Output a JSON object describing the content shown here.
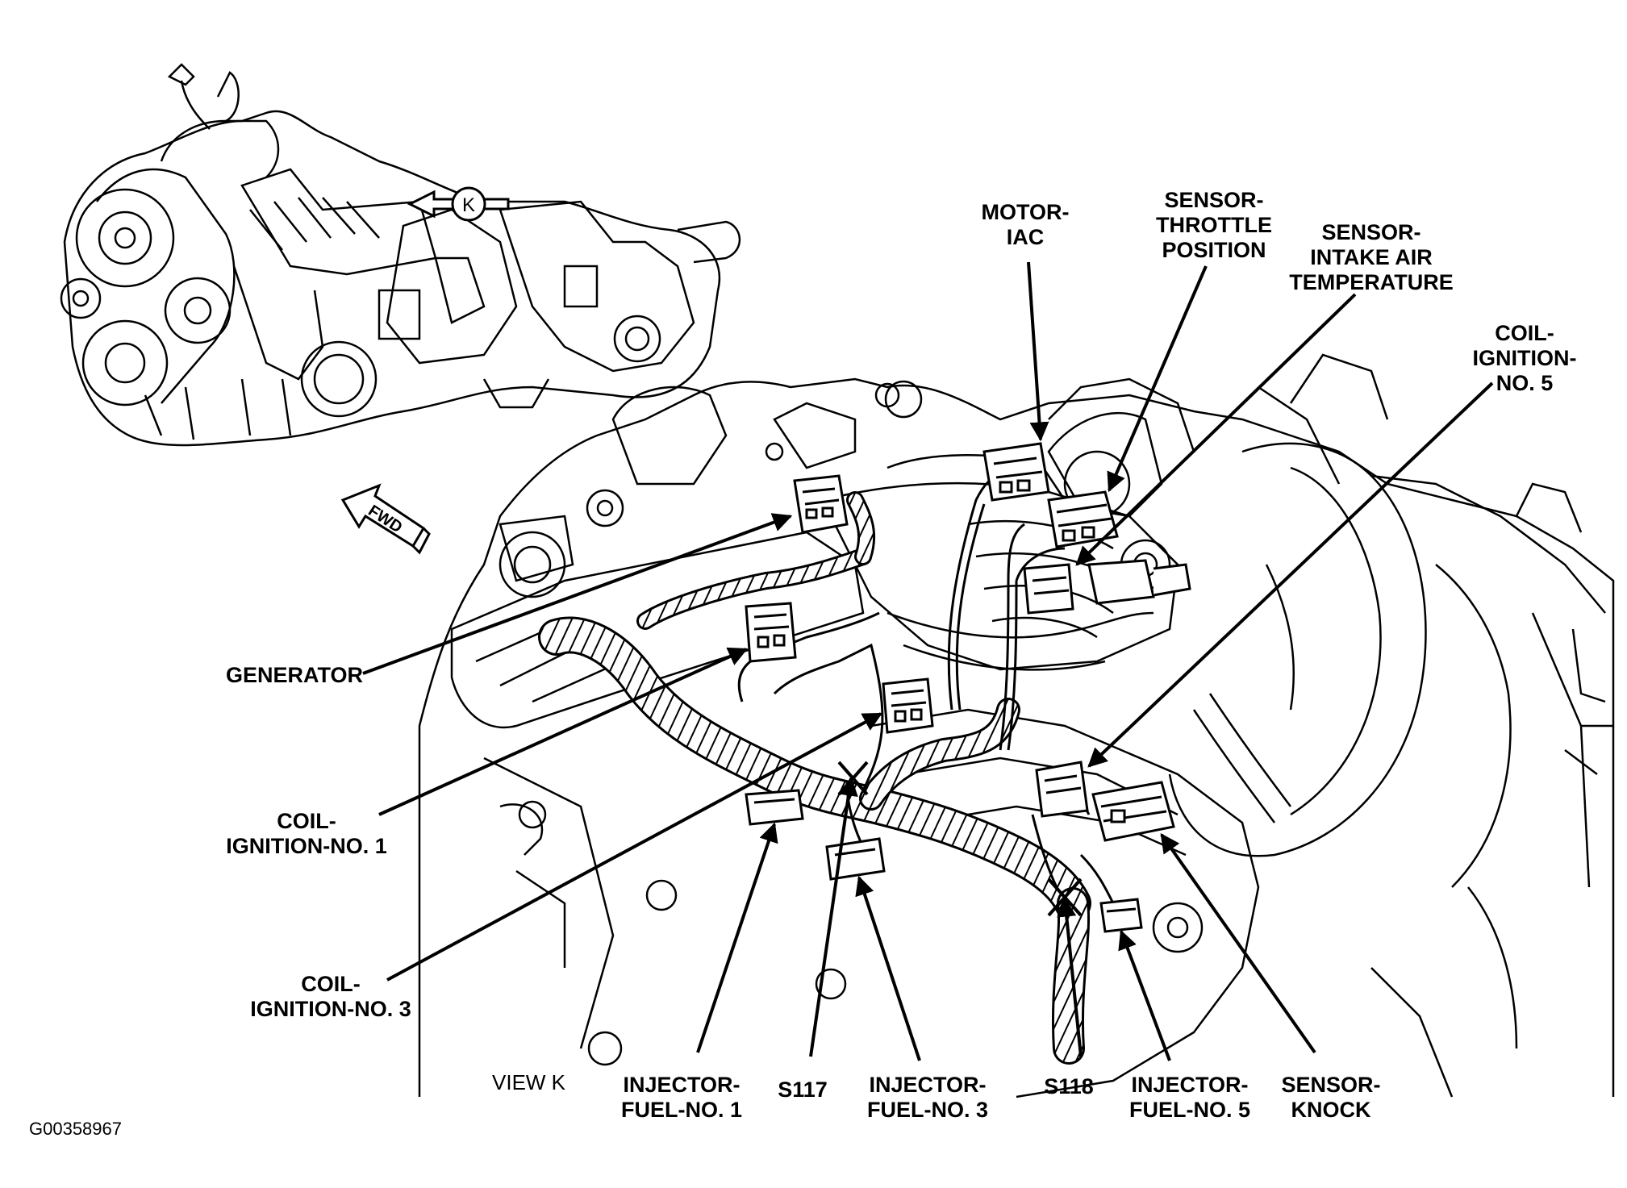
{
  "view_label": "VIEW K",
  "figure_id": "G00358967",
  "view_arrow_letter": "K",
  "fwd_arrow_text": "FWD",
  "callouts": {
    "motor_iac": [
      "MOTOR-",
      "IAC"
    ],
    "sensor_throttle": [
      "SENSOR-",
      "THROTTLE",
      "POSITION"
    ],
    "sensor_iat": [
      "SENSOR-",
      "INTAKE AIR",
      "TEMPERATURE"
    ],
    "coil_5": [
      "COIL-",
      "IGNITION-",
      "NO. 5"
    ],
    "generator": [
      "GENERATOR"
    ],
    "coil_1": [
      "COIL-",
      "IGNITION-NO. 1"
    ],
    "coil_3": [
      "COIL-",
      "IGNITION-NO. 3"
    ],
    "injector_1": [
      "INJECTOR-",
      "FUEL-NO. 1"
    ],
    "s117": [
      "S117"
    ],
    "injector_3": [
      "INJECTOR-",
      "FUEL-NO. 3"
    ],
    "s118": [
      "S118"
    ],
    "injector_5": [
      "INJECTOR-",
      "FUEL-NO. 5"
    ],
    "sensor_knock": [
      "SENSOR-",
      "KNOCK"
    ]
  },
  "colors": {
    "line": "#000000",
    "background": "#ffffff"
  }
}
